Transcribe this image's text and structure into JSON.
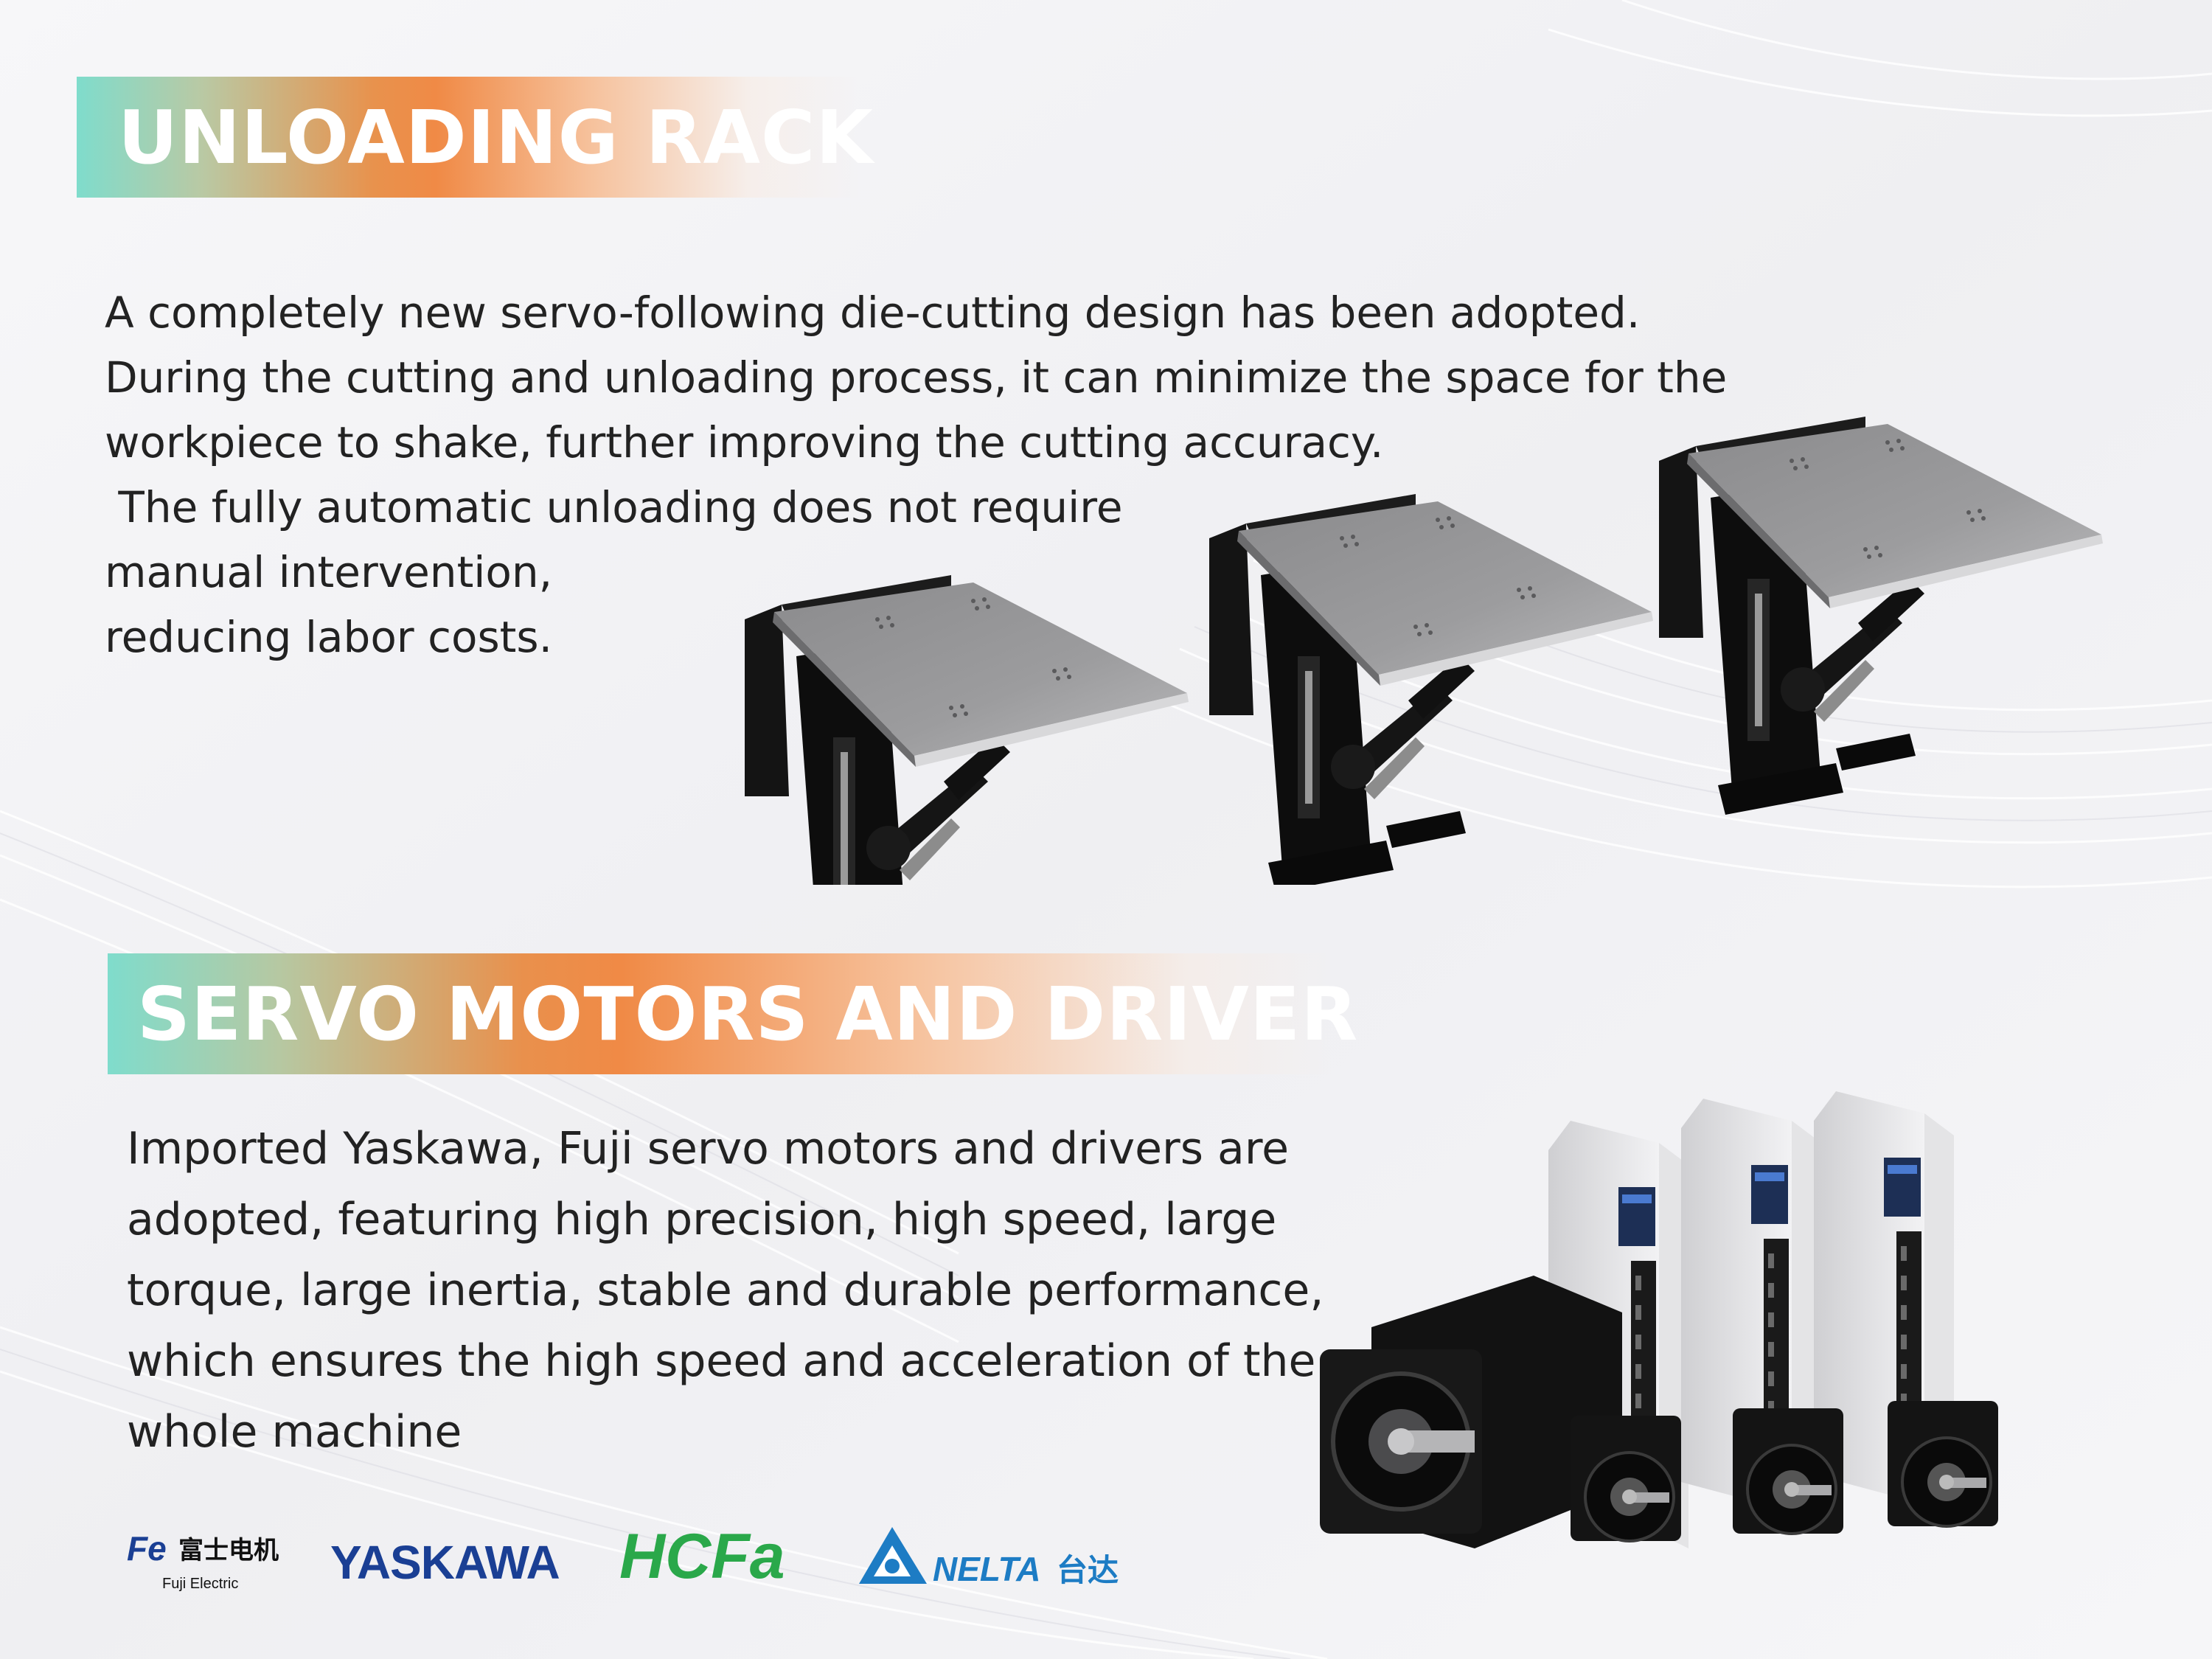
{
  "sections": [
    {
      "heading": "UNLOADING RACK",
      "lines": [
        "A completely new servo-following die-cutting design has been adopted.",
        "During the cutting and unloading process, it can minimize the space for the",
        "workpiece to shake, further improving the cutting accuracy.",
        " The fully automatic unloading does not require",
        "manual intervention,",
        "reducing labor costs."
      ]
    },
    {
      "heading": "SERVO MOTORS AND DRIVER",
      "lines": [
        "Imported Yaskawa, Fuji servo motors and drivers are",
        "adopted, featuring high precision, high speed, large",
        "torque, large inertia, stable and durable performance,",
        "which ensures the high speed and acceleration of the",
        "whole machine"
      ]
    }
  ],
  "brands": {
    "fuji_mark": "Fe",
    "fuji_cn": "富士电机",
    "fuji_en": "Fuji Electric",
    "yaskawa": "YASKAWA",
    "hcfa": "HCFa",
    "delta_name": "NELTA",
    "delta_cn": "台达"
  },
  "colors": {
    "banner_teal": "#7fdccc",
    "banner_orange": "#f08a46",
    "text": "#222222",
    "yaskawa_blue": "#1a3f94",
    "hcfa_green": "#2aa84a",
    "delta_blue": "#1d7cc4"
  }
}
